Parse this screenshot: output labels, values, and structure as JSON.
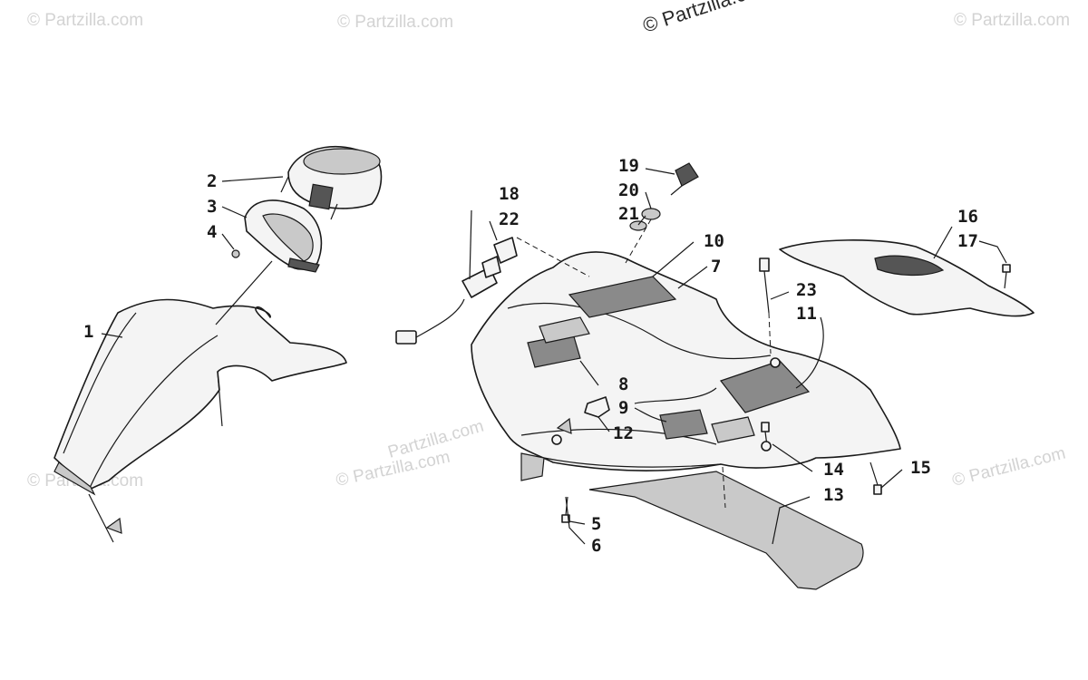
{
  "watermarks": {
    "top_left": "© Partzilla.com",
    "top_center": "© Partzilla.com",
    "top_main": "© Partzilla.com",
    "top_right": "© Partzilla.com",
    "mid_left": "© Partzilla.com",
    "mid_center": "© Partzilla.com",
    "mid_right": "© Partzilla.com",
    "diag_left": "Partzilla.com",
    "diag_center": "Partzilla.com"
  },
  "callouts": {
    "c1": "1",
    "c2": "2",
    "c3": "3",
    "c4": "4",
    "c5": "5",
    "c6": "6",
    "c7": "7",
    "c8": "8",
    "c9": "9",
    "c10": "10",
    "c11": "11",
    "c12": "12",
    "c13": "13",
    "c14": "14",
    "c15": "15",
    "c16": "16",
    "c17": "17",
    "c18": "18",
    "c19": "19",
    "c20": "20",
    "c21": "21",
    "c22": "22",
    "c23": "23"
  }
}
